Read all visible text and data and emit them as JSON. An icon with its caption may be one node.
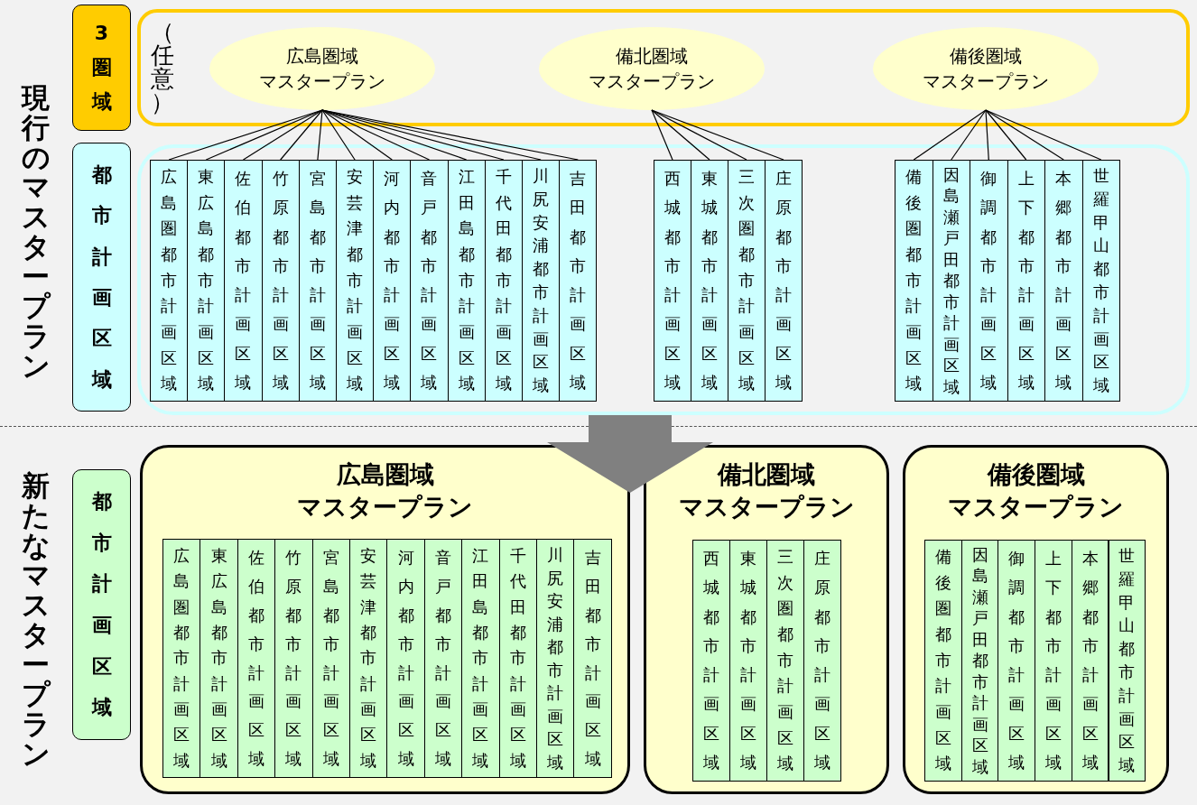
{
  "diagram": {
    "nodes": [
      {
        "text": [
          "3圏域"
        ]
      },
      {
        "text": [
          "（任意）"
        ]
      },
      {
        "text": [
          "広島圏域マスタープラン"
        ],
        "in": 1
      },
      {
        "text": [
          "備北圏域マスタープラン"
        ],
        "in": 1
      },
      {
        "text": [
          "備後圏域マスタープラン"
        ],
        "in": 1
      },
      {
        "text": [
          "都市計画区域"
        ]
      },
      {
        "text": [],
        "shape": "box"
      },
      {
        "text": [
          "広島圏都市計画区域"
        ],
        "in": 6
      },
      {
        "text": [
          "東広島都市計画区域"
        ],
        "in": 6
      },
      {
        "text": [
          "佐伯都市計画区域"
        ],
        "in": 6
      },
      {
        "text": [
          "竹原都市計画区域"
        ],
        "in": 6
      },
      {
        "text": [
          "宮島都市計画区域"
        ],
        "in": 6
      },
      {
        "text": [
          "安芸津都市計画区域"
        ],
        "in": 6
      },
      {
        "text": [
          "河内都市計画区域"
        ],
        "in": 6
      },
      {
        "text": [
          "音戸都市計画区域"
        ],
        "in": 6
      },
      {
        "text": [
          "江田島都市計画区域"
        ],
        "in": 6
      },
      {
        "text": [
          "千代田都市計画区域"
        ],
        "in": 6
      },
      {
        "text": [
          "川尻安浦都市計画区域"
        ],
        "in": 6
      },
      {
        "text": [
          "吉田都市計画区域"
        ],
        "in": 6
      },
      {
        "text": [
          "西城都市計画区域"
        ],
        "in": 6
      },
      {
        "text": [
          "東城都市計画区域"
        ],
        "in": 6
      },
      {
        "text": [
          "三次圏都市計画区域"
        ],
        "in": 6
      },
      {
        "text": [
          "庄原都市計画区域"
        ],
        "in": 6
      },
      {
        "text": [
          "備後圏都市計画区域"
        ],
        "in": 6
      },
      {
        "text": [
          "因島瀬戸田都市計画区域"
        ],
        "in": 6
      },
      {
        "text": [
          "御調都市計画区域"
        ],
        "in": 6
      },
      {
        "text": [
          "上下都市計画区域"
        ],
        "in": 6
      },
      {
        "text": [
          "本郷都市計画区域"
        ],
        "in": 6
      },
      {
        "text": [
          "世羅甲山都市計画区域"
        ],
        "in": 6
      },
      {
        "text": [
          "都市計画区域"
        ]
      },
      {
        "text": [
          "広島圏域マスタープラン"
        ]
      },
      {
        "text": [
          "広島圏都市計画区域"
        ],
        "in": 30
      },
      {
        "text": [
          "東広島都市計画区域"
        ],
        "in": 30
      },
      {
        "text": [
          "佐伯都市計画区域"
        ],
        "in": 30
      },
      {
        "text": [
          "竹原都市計画区域"
        ],
        "in": 30
      },
      {
        "text": [
          "宮島都市計画区域"
        ],
        "in": 30
      },
      {
        "text": [
          "安芸津都市計画区域"
        ],
        "in": 30
      },
      {
        "text": [
          "河内都市計画区域"
        ],
        "in": 30
      },
      {
        "text": [
          "音戸都市計画区域"
        ],
        "in": 30
      },
      {
        "text": [
          "江田島都市計画区域"
        ],
        "in": 30
      },
      {
        "text": [
          "千代田都市計画区域"
        ],
        "in": 30
      },
      {
        "text": [
          "川尻安浦都市計画区域"
        ],
        "in": 30
      },
      {
        "text": [
          "吉田都市計画区域"
        ],
        "in": 30
      },
      {
        "text": [
          "備北圏域マスタープラン"
        ]
      },
      {
        "text": [
          "西城都市計画区域"
        ],
        "in": 43
      },
      {
        "text": [
          "東城都市計画区域"
        ],
        "in": 43
      },
      {
        "text": [
          "三次圏都市計画区域"
        ],
        "in": 43
      },
      {
        "text": [
          "庄原都市計画区域"
        ],
        "in": 43
      },
      {
        "text": [
          "備後圏域マスタープラン"
        ]
      },
      {
        "text": [
          "備後圏都市計画区域"
        ],
        "in": 48
      },
      {
        "text": [
          "因島瀬戸田都市計画区域"
        ],
        "in": 48
      },
      {
        "text": [
          "御調都市計画区域"
        ],
        "in": 48
      },
      {
        "text": [
          "上下都市計画区域"
        ],
        "in": 48
      },
      {
        "text": [
          "本郷都市計画区域"
        ],
        "in": 48
      },
      {
        "text": [
          "世羅甲山都市計画区域"
        ],
        "in": 48
      }
    ],
    "edges": [
      {
        "from": 2,
        "to": 7,
        "arrow": "none"
      },
      {
        "from": 2,
        "to": 8,
        "arrow": "none"
      },
      {
        "from": 2,
        "to": 9,
        "arrow": "none"
      },
      {
        "from": 2,
        "to": 10,
        "arrow": "none"
      },
      {
        "from": 2,
        "to": 11,
        "arrow": "none"
      },
      {
        "from": 2,
        "to": 12,
        "arrow": "none"
      },
      {
        "from": 2,
        "to": 13,
        "arrow": "none"
      },
      {
        "from": 2,
        "to": 14,
        "arrow": "none"
      },
      {
        "from": 2,
        "to": 15,
        "arrow": "none"
      },
      {
        "from": 2,
        "to": 16,
        "arrow": "none"
      },
      {
        "from": 2,
        "to": 17,
        "arrow": "none"
      },
      {
        "from": 2,
        "to": 18,
        "arrow": "none"
      },
      {
        "from": 3,
        "to": 19,
        "arrow": "none"
      },
      {
        "from": 3,
        "to": 20,
        "arrow": "none"
      },
      {
        "from": 3,
        "to": 21,
        "arrow": "none"
      },
      {
        "from": 3,
        "to": 22,
        "arrow": "none"
      },
      {
        "from": 4,
        "to": 23,
        "arrow": "none"
      },
      {
        "from": 4,
        "to": 24,
        "arrow": "none"
      },
      {
        "from": 4,
        "to": 25,
        "arrow": "none"
      },
      {
        "from": 4,
        "to": 26,
        "arrow": "none"
      },
      {
        "from": 4,
        "to": 27,
        "arrow": "none"
      },
      {
        "from": 4,
        "to": 28,
        "arrow": "none"
      },
      {
        "from": 6,
        "to": null,
        "arrow": "to",
        "style": "thick",
        "color": "#808080"
      }
    ],
    "labels": [
      "現行のマスタープラン",
      "新たなマスタープラン"
    ]
  }
}
